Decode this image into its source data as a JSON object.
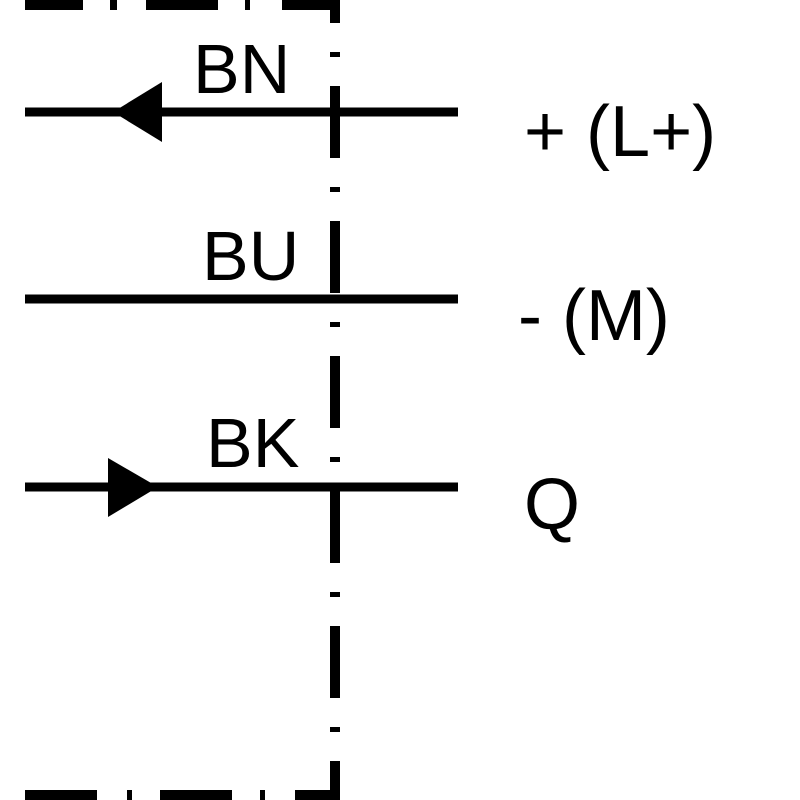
{
  "wires": [
    {
      "color_code": "BN",
      "terminal": "+ (L+)",
      "arrow": "in"
    },
    {
      "color_code": "BU",
      "terminal": "- (M)",
      "arrow": "none"
    },
    {
      "color_code": "BK",
      "terminal": "Q",
      "arrow": "out"
    }
  ],
  "colors": {
    "line": "#000000",
    "background": "#ffffff"
  }
}
